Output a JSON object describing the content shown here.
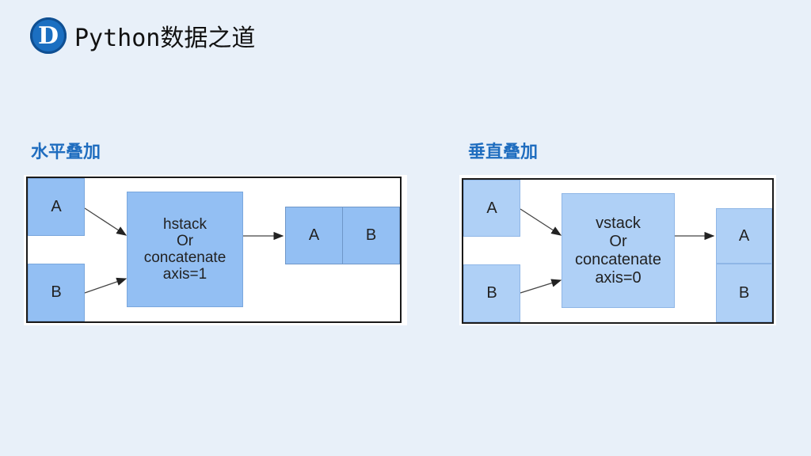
{
  "header": {
    "logo_letter": "D",
    "title": "Python数据之道"
  },
  "colors": {
    "background": "#e8f0f9",
    "title_blue": "#1f6dbf",
    "logo_blue": "#1b6fc1",
    "h_box_fill": "#93bff3",
    "v_box_fill": "#afd0f6"
  },
  "horizontal": {
    "title": "水平叠加",
    "input_a": "A",
    "input_b": "B",
    "op_lines": [
      "hstack",
      "Or",
      "concatenate",
      "axis=1"
    ],
    "output_a": "A",
    "output_b": "B"
  },
  "vertical": {
    "title": "垂直叠加",
    "input_a": "A",
    "input_b": "B",
    "op_lines": [
      "vstack",
      "Or",
      "concatenate",
      "axis=0"
    ],
    "output_a": "A",
    "output_b": "B"
  }
}
